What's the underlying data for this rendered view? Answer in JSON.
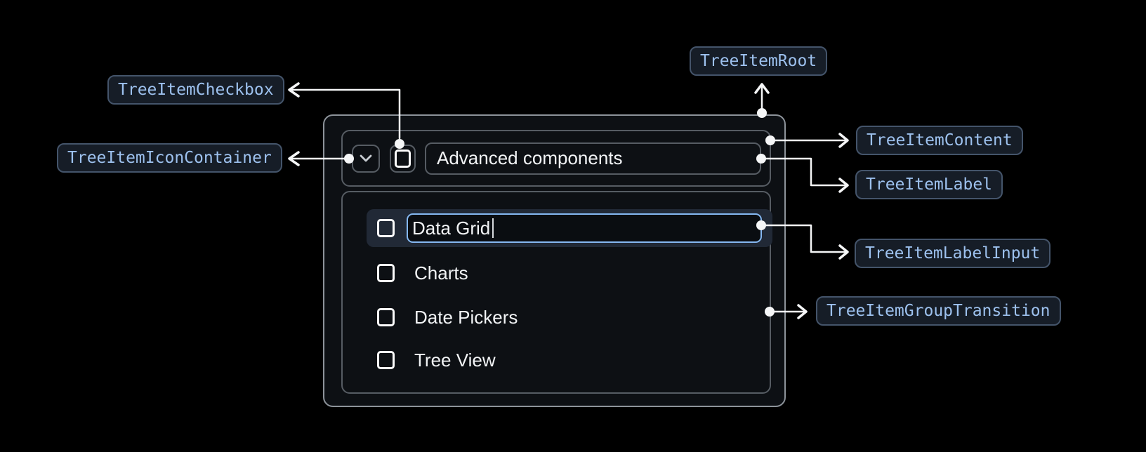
{
  "annotations": {
    "checkbox": "TreeItemCheckbox",
    "icon_container": "TreeItemIconContainer",
    "root": "TreeItemRoot",
    "content": "TreeItemContent",
    "label": "TreeItemLabel",
    "label_input": "TreeItemLabelInput",
    "group_transition": "TreeItemGroupTransition"
  },
  "tree": {
    "parent": {
      "label": "Advanced components",
      "expanded": true,
      "checked": false
    },
    "children": [
      {
        "label": "Data Grid",
        "state": "editing",
        "input_value": "Data Grid",
        "checked": false
      },
      {
        "label": "Charts",
        "checked": false
      },
      {
        "label": "Date Pickers",
        "checked": false
      },
      {
        "label": "Tree View",
        "checked": false
      }
    ]
  },
  "icons": {
    "expand": "chevron-down-icon",
    "checkbox": "checkbox-unchecked-icon"
  },
  "colors": {
    "background": "#000000",
    "panel_background": "#0d1014",
    "panel_border": "#8d939a",
    "inner_border": "#565c63",
    "selected_row_background": "#212936",
    "input_focus_border": "#85b8f2",
    "annotation_text": "#9dc1ee",
    "annotation_border": "#44546a",
    "annotation_background": "#161d27",
    "connector": "#f5f6f7",
    "text_primary": "#f2f4f6"
  }
}
